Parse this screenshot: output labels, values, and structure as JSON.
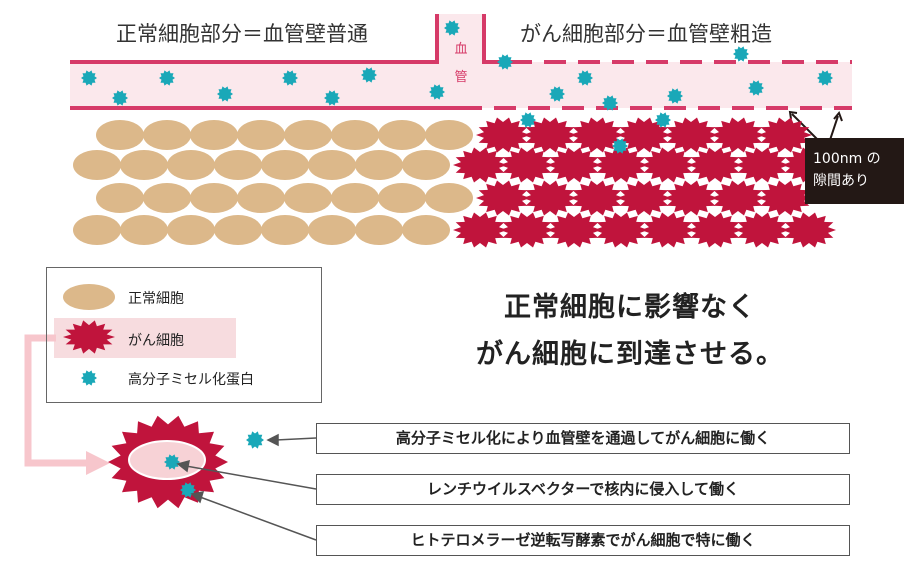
{
  "header": {
    "normal_part": "正常細胞部分＝血管壁普通",
    "cancer_part": "がん細胞部分＝血管壁粗造"
  },
  "vessel_label": [
    "血",
    "管"
  ],
  "gap_callout": [
    "100nm の",
    "隙間あり"
  ],
  "legend": {
    "items": [
      {
        "label": "正常細胞",
        "icon": "normal-cell-icon",
        "color": "#dcb88a"
      },
      {
        "label": "がん細胞",
        "icon": "cancer-cell-icon",
        "color": "#c0143c"
      },
      {
        "label": "高分子ミセル化蛋白",
        "icon": "micelle-icon",
        "color": "#1aa8b8"
      }
    ]
  },
  "headline": [
    "正常細胞に影響なく",
    "がん細胞に到達させる。"
  ],
  "descriptions": [
    "高分子ミセル化により血管壁を通過してがん細胞に働く",
    "レンチウイルスベクターで核内に侵入して働く",
    "ヒトテロメラーゼ逆転写酵素でがん細胞で特に働く"
  ],
  "colors": {
    "vessel_wall": "#d63a68",
    "vessel_fill": "#fbe8ec",
    "normal_cell": "#dcb88a",
    "cancer_cell": "#c0143c",
    "micelle": "#1aa8b8",
    "arrow_pink": "#f7c6cc",
    "callout_bg": "#231815"
  }
}
